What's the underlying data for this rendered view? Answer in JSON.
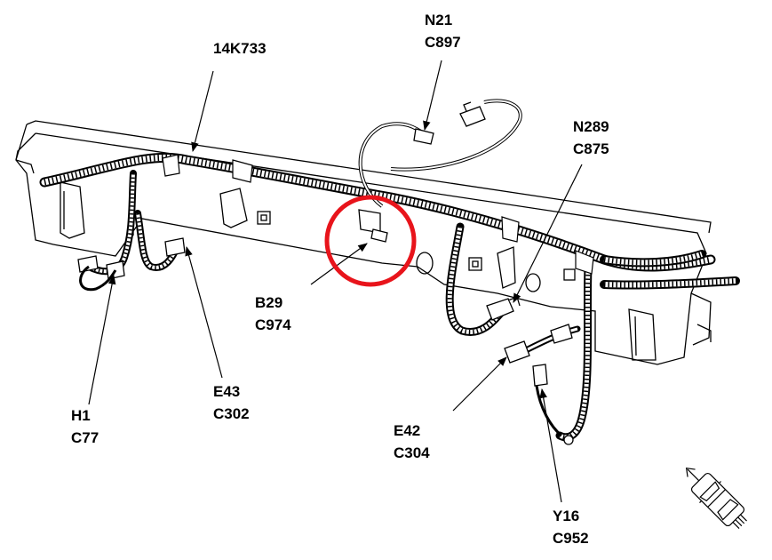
{
  "labels": {
    "harness": "14K733",
    "n21": {
      "line1": "N21",
      "line2": "C897"
    },
    "n289": {
      "line1": "N289",
      "line2": "C875"
    },
    "b29": {
      "line1": "B29",
      "line2": "C974"
    },
    "h1": {
      "line1": "H1",
      "line2": "C77"
    },
    "e43": {
      "line1": "E43",
      "line2": "C302"
    },
    "e42": {
      "line1": "E42",
      "line2": "C304"
    },
    "y16": {
      "line1": "Y16",
      "line2": "C952"
    }
  },
  "highlight": {
    "target": "B29 C974",
    "color": "#e8141b"
  },
  "colors": {
    "line": "#000000",
    "background": "#ffffff"
  },
  "icons": [
    "vehicle-front-direction-icon"
  ]
}
